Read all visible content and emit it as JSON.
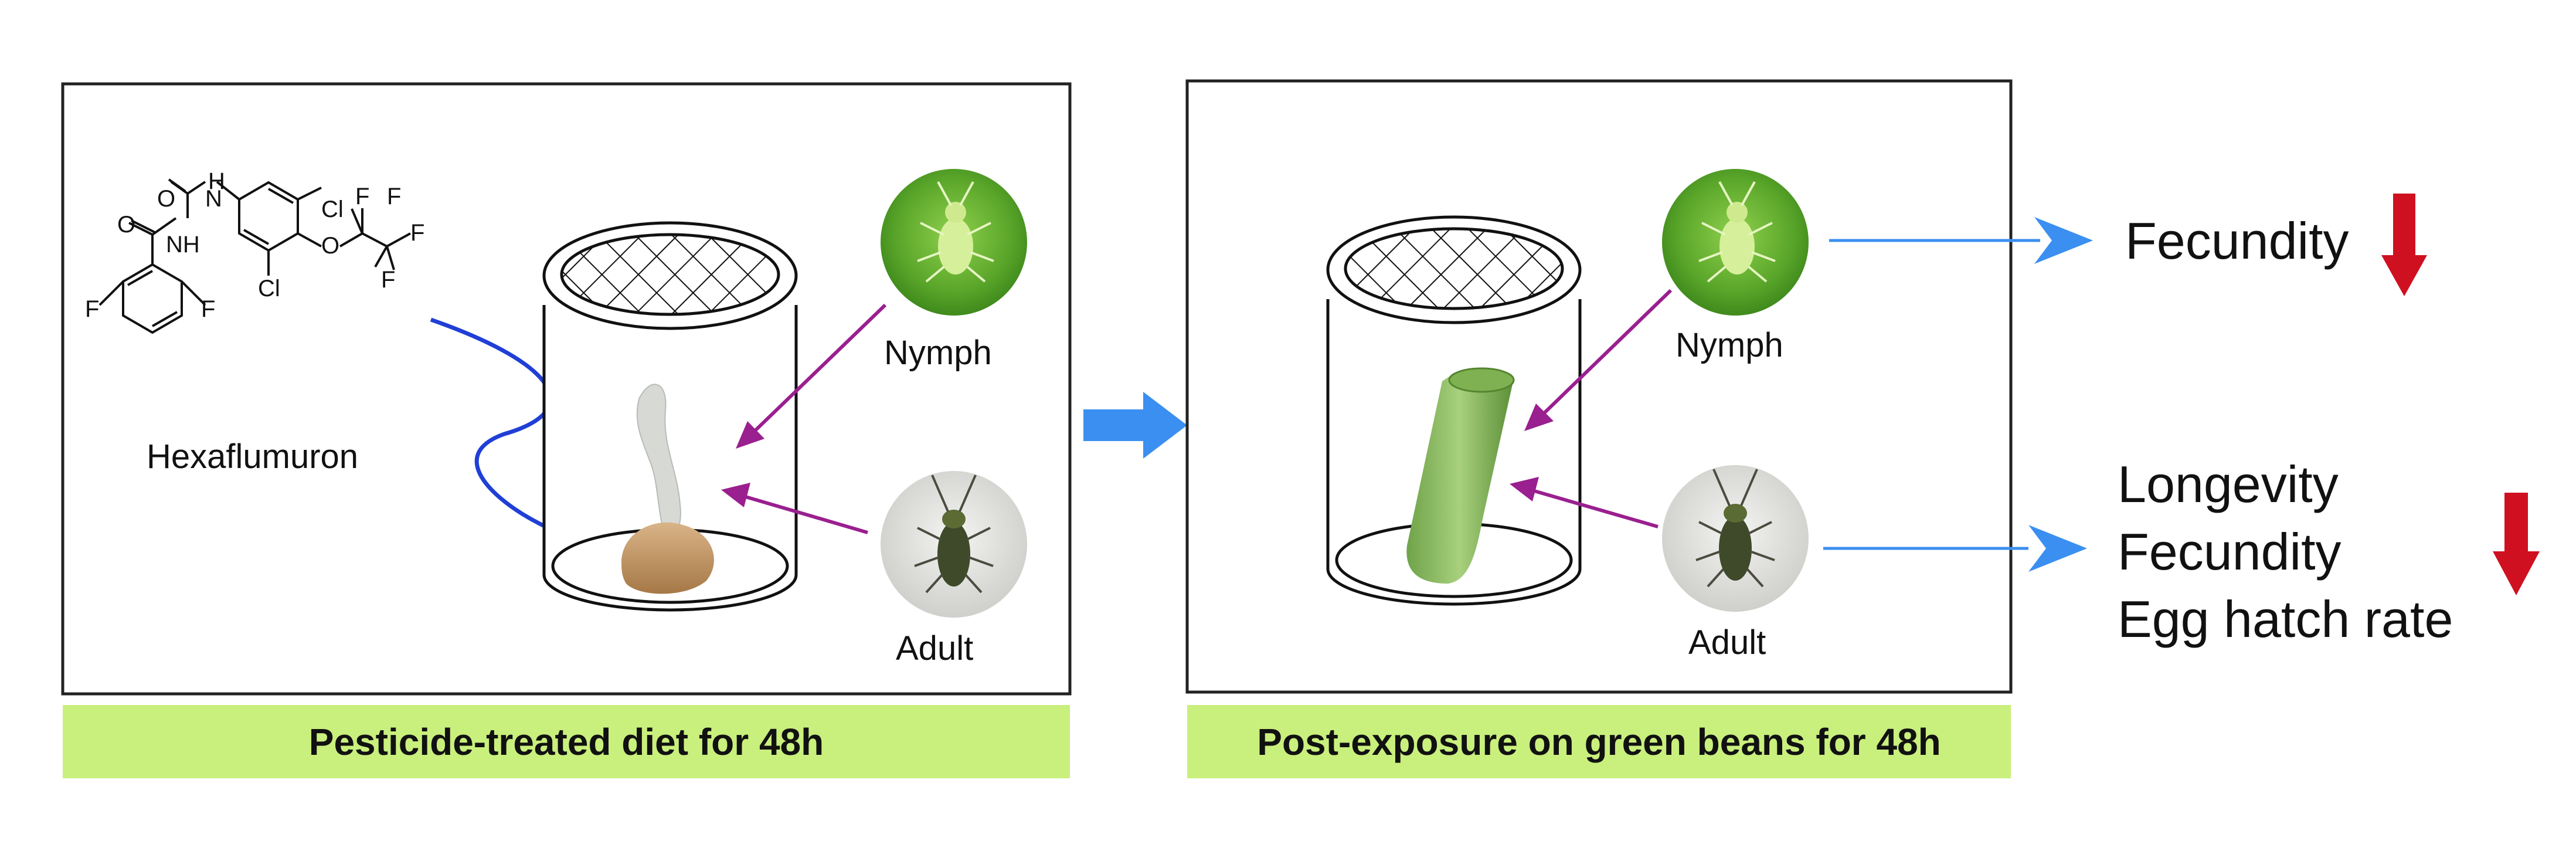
{
  "panel1": {
    "compound_label": "Hexaflumuron",
    "nymph_label": "Nymph",
    "adult_label": "Adult",
    "banner": "Pesticide-treated diet  for 48h"
  },
  "panel2": {
    "nymph_label": "Nymph",
    "adult_label": "Adult",
    "banner": "Post-exposure on green beans for 48h"
  },
  "outcomes": {
    "nymph": [
      "Fecundity"
    ],
    "adult": [
      "Longevity",
      "Fecundity",
      "Egg hatch rate"
    ]
  },
  "structure_atoms": [
    "H",
    "N",
    "O",
    "NH",
    "O",
    "F",
    "F",
    "Cl",
    "Cl",
    "O",
    "F",
    "F",
    "F",
    "F"
  ],
  "colors": {
    "diet_arrow": "#1f3fd6",
    "insect_arrow": "#9a1f8f",
    "flow_arrow": "#3b8ff0",
    "decrease_arrow": "#cf1020",
    "banner_bg": "#c9ef7d"
  },
  "icons": [
    "cage",
    "mesh-lid",
    "diet-pellet",
    "green-bean",
    "nymph-aphid",
    "adult-bug",
    "decrease-arrow"
  ]
}
